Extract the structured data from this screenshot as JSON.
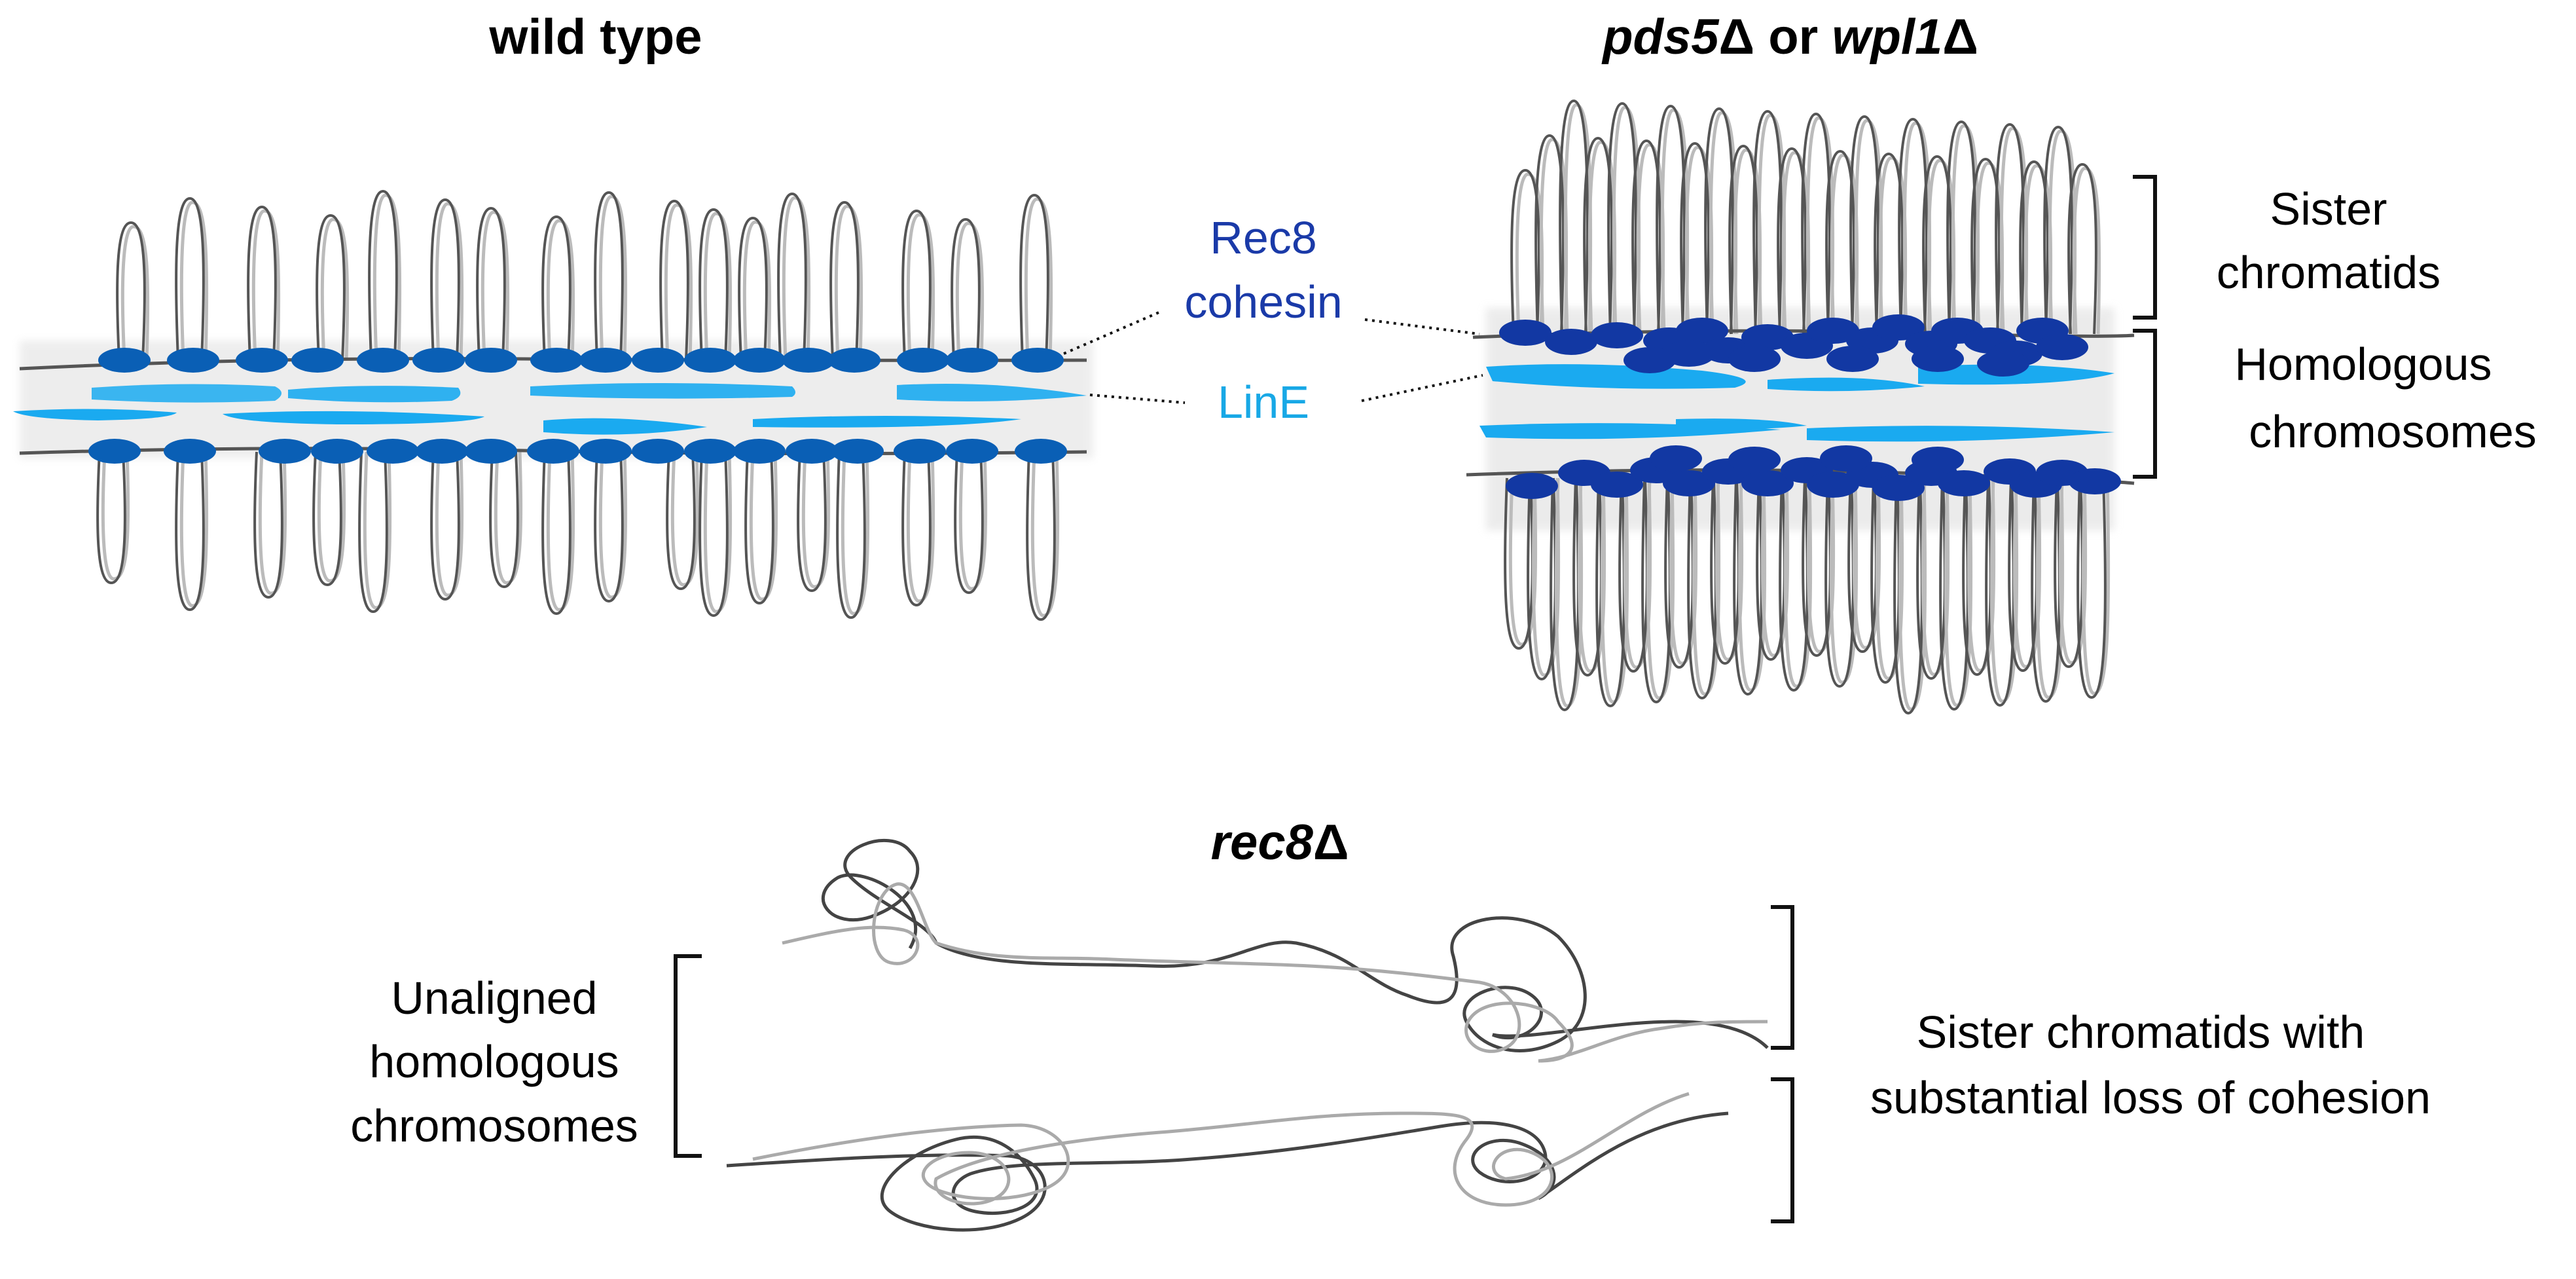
{
  "panels": {
    "wild_type": {
      "title": "wild type"
    },
    "mutant": {
      "title_part1": "pds5",
      "title_part2": "Δ or ",
      "title_part3": "wpl1",
      "title_part4": "Δ"
    },
    "rec8": {
      "title_part1": "rec8",
      "title_part2": "Δ"
    }
  },
  "labels": {
    "rec8_line1": "Rec8",
    "rec8_line2": "cohesin",
    "line": "LinE",
    "sister_line1": "Sister",
    "sister_line2": "chromatids",
    "homologous_line1": "Homologous",
    "homologous_line2": "chromosomes",
    "unaligned_line1": "Unaligned",
    "unaligned_line2": "homologous",
    "unaligned_line3": "chromosomes",
    "loss_line1": "Sister chromatids with",
    "loss_line2": "substantial loss of cohesion"
  },
  "colors": {
    "rec8_text": "#1a3aa8",
    "line_text": "#18a8e6",
    "cohesin_wt": "#0a5fb5",
    "cohesin_mutant": "#1238a3",
    "line_fill": "#1aaaf0",
    "chromatin_dark": "#555555",
    "chromatin_light": "#bbbbbb"
  }
}
